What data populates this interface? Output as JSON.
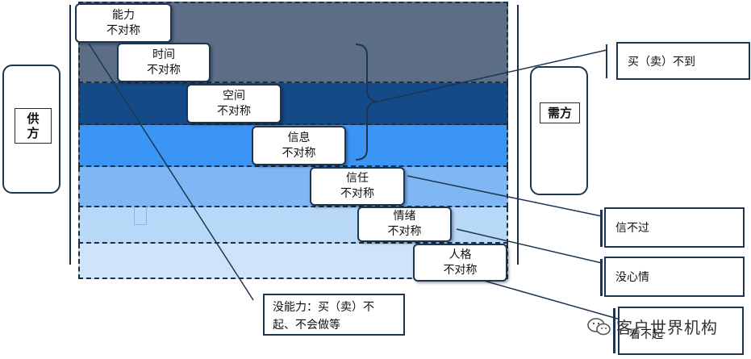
{
  "supply_label": "供方",
  "demand_label": "需方",
  "bands": [
    {
      "color": "#5b6e86"
    },
    {
      "color": "#144a87"
    },
    {
      "color": "#3b95f5"
    },
    {
      "color": "#7fb7f5"
    },
    {
      "color": "#b8d8f8"
    },
    {
      "color": "#cfe4fa"
    }
  ],
  "asymmetries": [
    {
      "name": "能力",
      "suffix": "不对称"
    },
    {
      "name": "时间",
      "suffix": "不对称"
    },
    {
      "name": "空间",
      "suffix": "不对称"
    },
    {
      "name": "信息",
      "suffix": "不对称"
    },
    {
      "name": "信任",
      "suffix": "不对称"
    },
    {
      "name": "情绪",
      "suffix": "不对称"
    },
    {
      "name": "人格",
      "suffix": "不对称"
    }
  ],
  "outcomes": {
    "buy_sell_fail": "买（卖）不到",
    "distrust": "信不过",
    "no_mood": "没心情",
    "look_down": "看不起"
  },
  "note": {
    "line1": "没能力：买（卖）不",
    "line2": "起、不会做等"
  },
  "watermark": "客户世界机构"
}
